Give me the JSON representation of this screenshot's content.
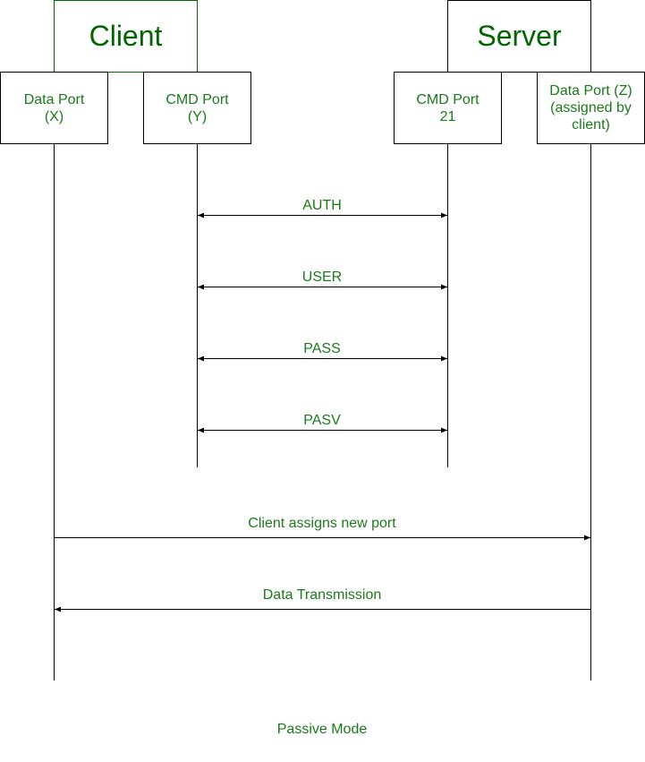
{
  "entities": {
    "client": "Client",
    "server": "Server"
  },
  "ports": {
    "client_data": [
      "Data Port",
      "(X)"
    ],
    "client_cmd": [
      "CMD Port",
      "(Y)"
    ],
    "server_cmd": [
      "CMD Port",
      "21"
    ],
    "server_data": [
      "Data Port (Z)",
      "(assigned by",
      "client)"
    ]
  },
  "messages": [
    "AUTH",
    "USER",
    "PASS",
    "PASV",
    "Client assigns new port",
    "Data Transmission"
  ],
  "caption": "Passive Mode",
  "colors": {
    "title": "#006600",
    "text": "#1a7a1a",
    "client_border": "#006600"
  }
}
